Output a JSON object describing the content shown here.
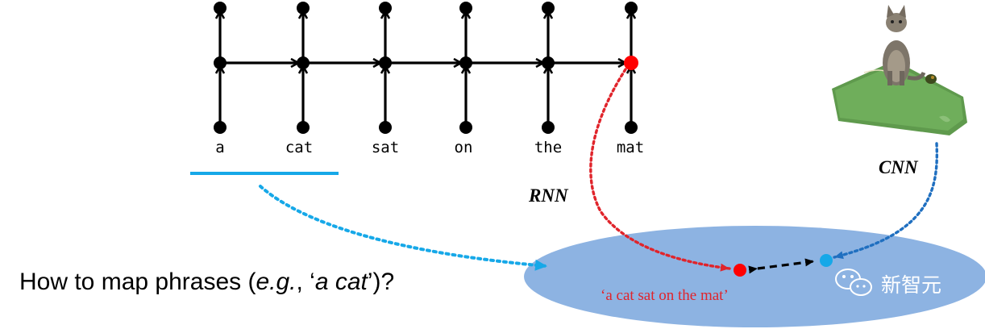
{
  "sequence": {
    "words": [
      "a",
      "cat",
      "sat",
      "on",
      "the",
      "mat"
    ]
  },
  "labels": {
    "rnn": "RNN",
    "cnn": "CNN"
  },
  "caption": "‘a cat sat on the mat’",
  "question": {
    "prefix": "How to map phrases (",
    "eg": "e.g.",
    "mid": ", ‘",
    "phrase": "a cat",
    "suffix": "’)?"
  },
  "watermark": {
    "text": "新智元"
  },
  "colors": {
    "node": "#000000",
    "highlight_node": "#ff0000",
    "image_embedding": "#16a8e8",
    "rnn_arrow": "#e0242b",
    "cnn_arrow": "#1f6fc0",
    "phrase_arrow": "#16a8e8",
    "ellipse": "#8db3e2"
  },
  "image": {
    "icon": "cat-photo-icon"
  }
}
